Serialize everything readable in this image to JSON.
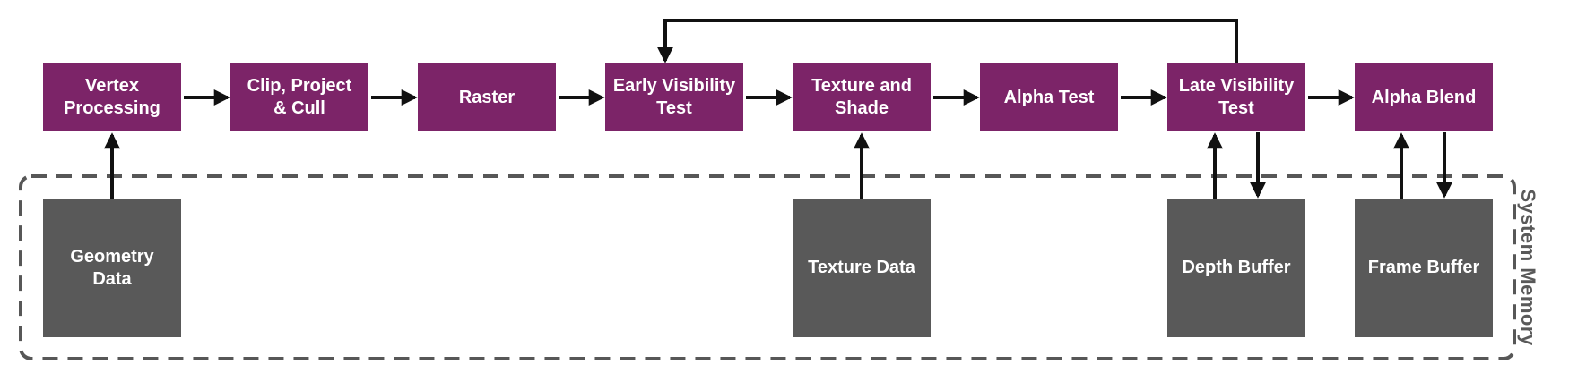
{
  "diagram_title": "GPU rendering pipeline with system memory buffers",
  "colors": {
    "stage_fill": "#7C2468",
    "memory_fill": "#595959",
    "arrow": "#111111",
    "region_border": "#575757",
    "node_text": "#ffffff",
    "region_label_text": "#595959"
  },
  "pipeline": {
    "stages": [
      {
        "id": "vertex-processing",
        "label": "Vertex\nProcessing"
      },
      {
        "id": "clip-project-cull",
        "label": "Clip, Project\n& Cull"
      },
      {
        "id": "raster",
        "label": "Raster"
      },
      {
        "id": "early-visibility-test",
        "label": "Early Visibility\nTest"
      },
      {
        "id": "texture-and-shade",
        "label": "Texture and\nShade"
      },
      {
        "id": "alpha-test",
        "label": "Alpha Test"
      },
      {
        "id": "late-visibility-test",
        "label": "Late Visibility\nTest"
      },
      {
        "id": "alpha-blend",
        "label": "Alpha Blend"
      }
    ]
  },
  "memory": {
    "region_label": "System Memory",
    "buffers": [
      {
        "id": "geometry-data",
        "label": "Geometry\nData"
      },
      {
        "id": "texture-data",
        "label": "Texture Data"
      },
      {
        "id": "depth-buffer",
        "label": "Depth Buffer"
      },
      {
        "id": "frame-buffer",
        "label": "Frame Buffer"
      }
    ]
  },
  "connections": [
    {
      "from": "vertex-processing",
      "to": "clip-project-cull",
      "type": "forward"
    },
    {
      "from": "clip-project-cull",
      "to": "raster",
      "type": "forward"
    },
    {
      "from": "raster",
      "to": "early-visibility-test",
      "type": "forward"
    },
    {
      "from": "early-visibility-test",
      "to": "texture-and-shade",
      "type": "forward"
    },
    {
      "from": "texture-and-shade",
      "to": "alpha-test",
      "type": "forward"
    },
    {
      "from": "alpha-test",
      "to": "late-visibility-test",
      "type": "forward"
    },
    {
      "from": "late-visibility-test",
      "to": "alpha-blend",
      "type": "forward"
    },
    {
      "from": "late-visibility-test",
      "to": "early-visibility-test",
      "type": "feedback"
    },
    {
      "from": "geometry-data",
      "to": "vertex-processing",
      "type": "read"
    },
    {
      "from": "texture-data",
      "to": "texture-and-shade",
      "type": "read"
    },
    {
      "from": "depth-buffer",
      "to": "late-visibility-test",
      "type": "read"
    },
    {
      "from": "late-visibility-test",
      "to": "depth-buffer",
      "type": "write"
    },
    {
      "from": "frame-buffer",
      "to": "alpha-blend",
      "type": "read"
    },
    {
      "from": "alpha-blend",
      "to": "frame-buffer",
      "type": "write"
    }
  ]
}
